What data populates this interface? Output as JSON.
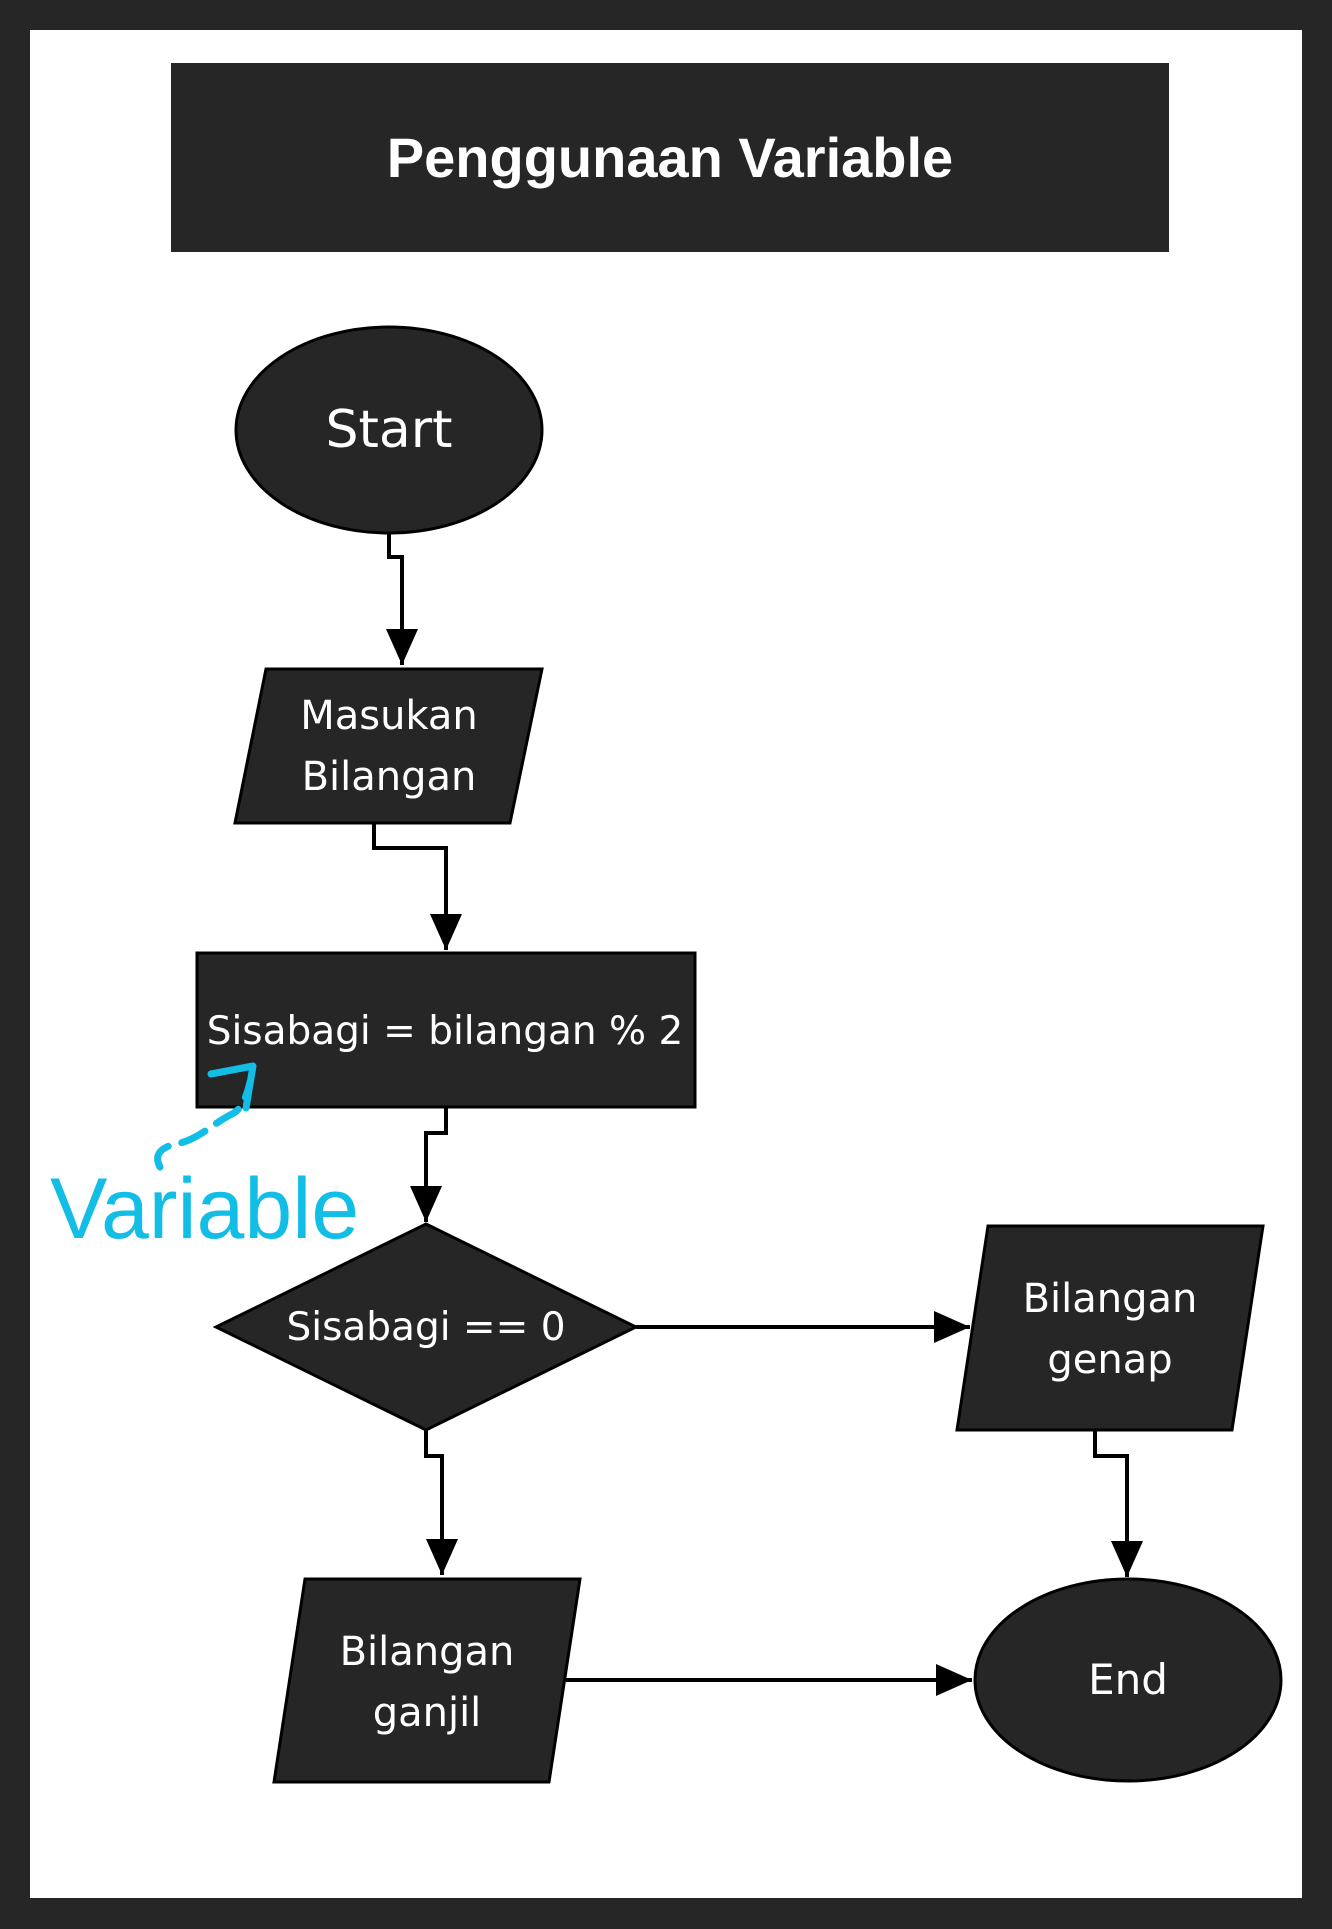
{
  "title": "Penggunaan Variable",
  "colors": {
    "background": "#262626",
    "node_fill": "#262626",
    "node_text": "#ffffff",
    "connector": "#000000",
    "annotation": "#12bde6"
  },
  "nodes": {
    "start": {
      "shape": "ellipse",
      "lines": [
        "Start"
      ]
    },
    "input": {
      "shape": "parallelogram",
      "lines": [
        "Masukan",
        "Bilangan"
      ]
    },
    "process": {
      "shape": "rectangle",
      "lines": [
        "Sisabagi = bilangan % 2"
      ]
    },
    "decision": {
      "shape": "diamond",
      "lines": [
        "Sisabagi == 0"
      ]
    },
    "even": {
      "shape": "parallelogram",
      "lines": [
        "Bilangan",
        "genap"
      ]
    },
    "odd": {
      "shape": "parallelogram",
      "lines": [
        "Bilangan",
        "ganjil"
      ]
    },
    "end": {
      "shape": "ellipse",
      "lines": [
        "End"
      ]
    }
  },
  "edges": [
    {
      "from": "start",
      "to": "input"
    },
    {
      "from": "input",
      "to": "process"
    },
    {
      "from": "process",
      "to": "decision"
    },
    {
      "from": "decision",
      "to": "even"
    },
    {
      "from": "decision",
      "to": "odd"
    },
    {
      "from": "even",
      "to": "end"
    },
    {
      "from": "odd",
      "to": "end"
    }
  ],
  "annotation": {
    "label": "Variable",
    "points_to": "process"
  }
}
